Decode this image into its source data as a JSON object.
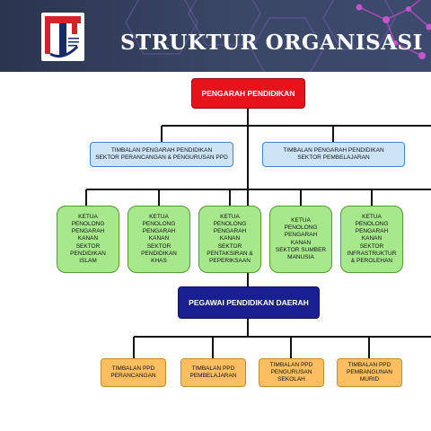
{
  "banner": {
    "title": "STRUKTUR ORGANISASI",
    "colors": {
      "background": "#2a3550",
      "accent": "#b24bb8",
      "logo_red": "#d2232a"
    }
  },
  "top": {
    "label": "PENGARAH PENDIDIKAN",
    "color": "#e8121b"
  },
  "timbalan": [
    {
      "lines": [
        "TIMBALAN PENGARAH PENDIDIKAN",
        "SEKTOR PERANCANGAN & PENGURUSAN PPD"
      ]
    },
    {
      "lines": [
        "TIMBALAN PENGARAH PENDIDIKAN",
        "SEKTOR PEMBELAJARAN"
      ]
    }
  ],
  "ketua": [
    {
      "lines": [
        "KETUA",
        "PENOLONG",
        "PENGARAH",
        "KANAN",
        "SEKTOR",
        "PENDIDIKAN",
        "ISLAM"
      ]
    },
    {
      "lines": [
        "KETUA",
        "PENOLONG",
        "PENGARAH",
        "KANAN",
        "SEKTOR",
        "PENDIDIKAN",
        "KHAS"
      ]
    },
    {
      "lines": [
        "KETUA",
        "PENOLONG",
        "PENGARAH",
        "KANAN",
        "SEKTOR",
        "PENTAKSIRAN &",
        "PEPERIKSAAN"
      ]
    },
    {
      "lines": [
        "KETUA",
        "PENOLONG",
        "PENGARAH",
        "KANAN",
        "SEKTOR SUMBER",
        "MANUSIA"
      ]
    },
    {
      "lines": [
        "KETUA",
        "PENOLONG",
        "PENGARAH",
        "KANAN",
        "SEKTOR",
        "INFRASTRUKTUR",
        "& PEROLEHAN"
      ]
    }
  ],
  "ppd": {
    "label": "PEGAWAI PENDIDIKAN DAERAH",
    "color": "#1a1f8f"
  },
  "ppd_timbalan": [
    {
      "lines": [
        "TIMBALAN PPD",
        "PERANCANGAN"
      ]
    },
    {
      "lines": [
        "TIMBALAN PPD",
        "PEMBELAJARAN"
      ]
    },
    {
      "lines": [
        "TIMBALAN PPD",
        "PENGURUSAN",
        "SEKOLAH"
      ]
    },
    {
      "lines": [
        "TIMBALAN PPD",
        "PEMBANGUNAN",
        "MURID"
      ]
    }
  ]
}
